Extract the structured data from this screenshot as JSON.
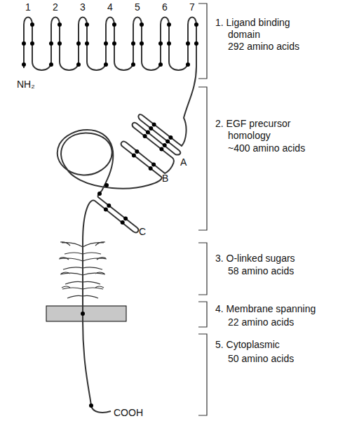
{
  "diagram": {
    "labels": [
      "1",
      "2",
      "3",
      "4",
      "5",
      "6",
      "7",
      "NH₂",
      "A",
      "B",
      "C",
      "COOH",
      "1. Ligand binding domain",
      "292 amino acids",
      "2. EGF precursor homology",
      "~400 amino acids",
      "3. O-linked sugars",
      "58 amino acids",
      "4. Membrane spanning",
      "22 amino acids",
      "5. Cytoplasmic",
      "50 amino acids"
    ]
  }
}
